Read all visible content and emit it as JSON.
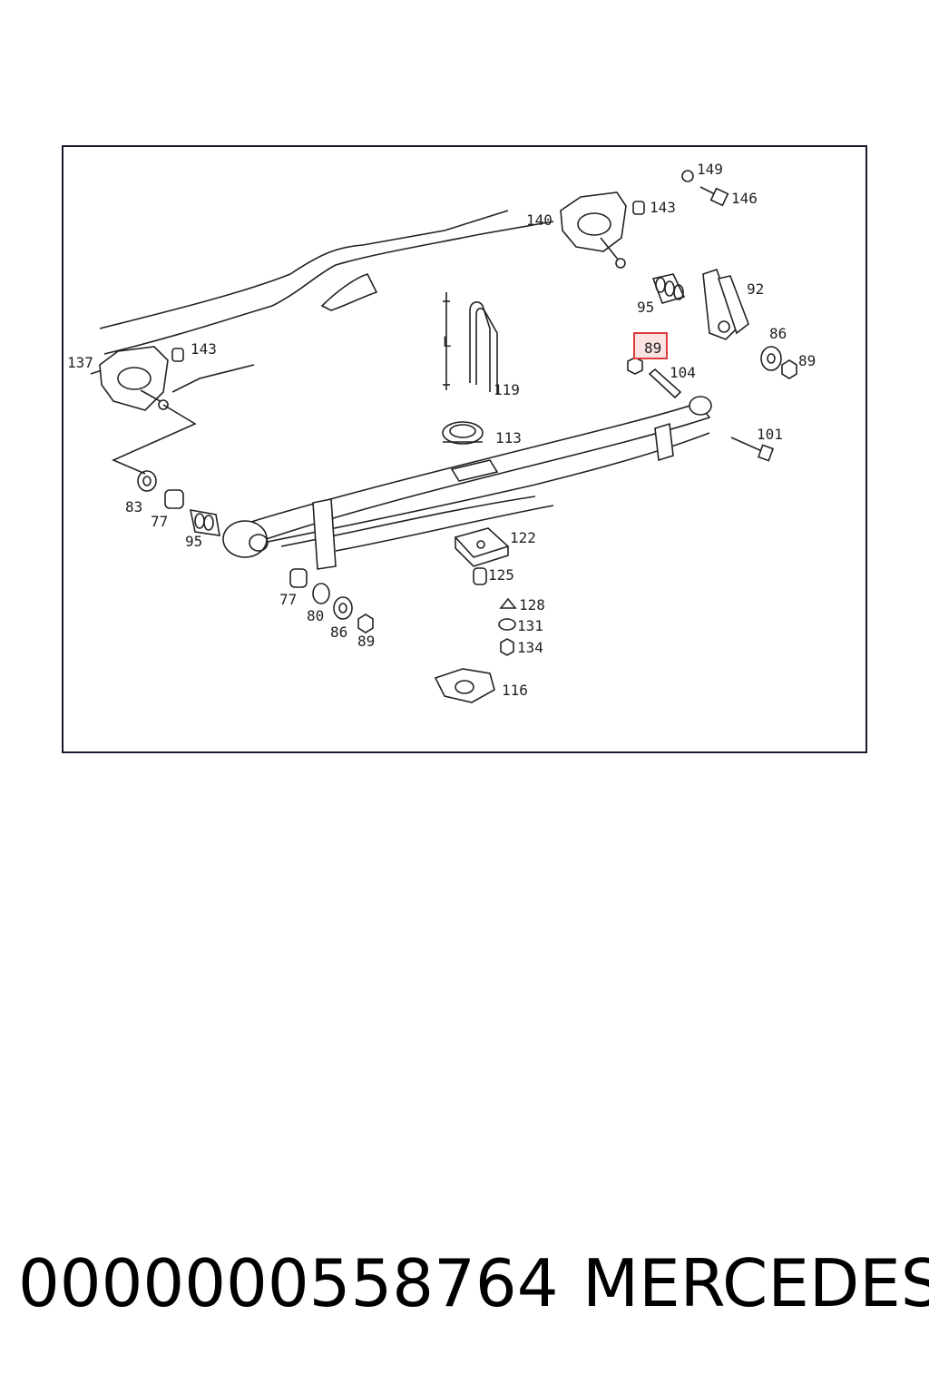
{
  "callouts": [
    {
      "id": "149",
      "text": "149"
    },
    {
      "id": "146",
      "text": "146"
    },
    {
      "id": "143a",
      "text": "143"
    },
    {
      "id": "140",
      "text": "140"
    },
    {
      "id": "95a",
      "text": "95"
    },
    {
      "id": "92",
      "text": "92"
    },
    {
      "id": "89hl",
      "text": "89",
      "highlighted": true
    },
    {
      "id": "104",
      "text": "104"
    },
    {
      "id": "86a",
      "text": "86"
    },
    {
      "id": "89b",
      "text": "89"
    },
    {
      "id": "137",
      "text": "137"
    },
    {
      "id": "143b",
      "text": "143"
    },
    {
      "id": "119",
      "text": "119"
    },
    {
      "id": "113",
      "text": "113"
    },
    {
      "id": "101",
      "text": "101"
    },
    {
      "id": "83",
      "text": "83"
    },
    {
      "id": "77a",
      "text": "77"
    },
    {
      "id": "95b",
      "text": "95"
    },
    {
      "id": "122",
      "text": "122"
    },
    {
      "id": "125",
      "text": "125"
    },
    {
      "id": "77b",
      "text": "77"
    },
    {
      "id": "80",
      "text": "80"
    },
    {
      "id": "86b",
      "text": "86"
    },
    {
      "id": "89c",
      "text": "89"
    },
    {
      "id": "128",
      "text": "128"
    },
    {
      "id": "131",
      "text": "131"
    },
    {
      "id": "134",
      "text": "134"
    },
    {
      "id": "116",
      "text": "116"
    }
  ],
  "dimension_label": "L",
  "highlight_color": "#e03a3a",
  "caption": {
    "part_number": "0000000558764",
    "brand": "MERCEDES"
  }
}
